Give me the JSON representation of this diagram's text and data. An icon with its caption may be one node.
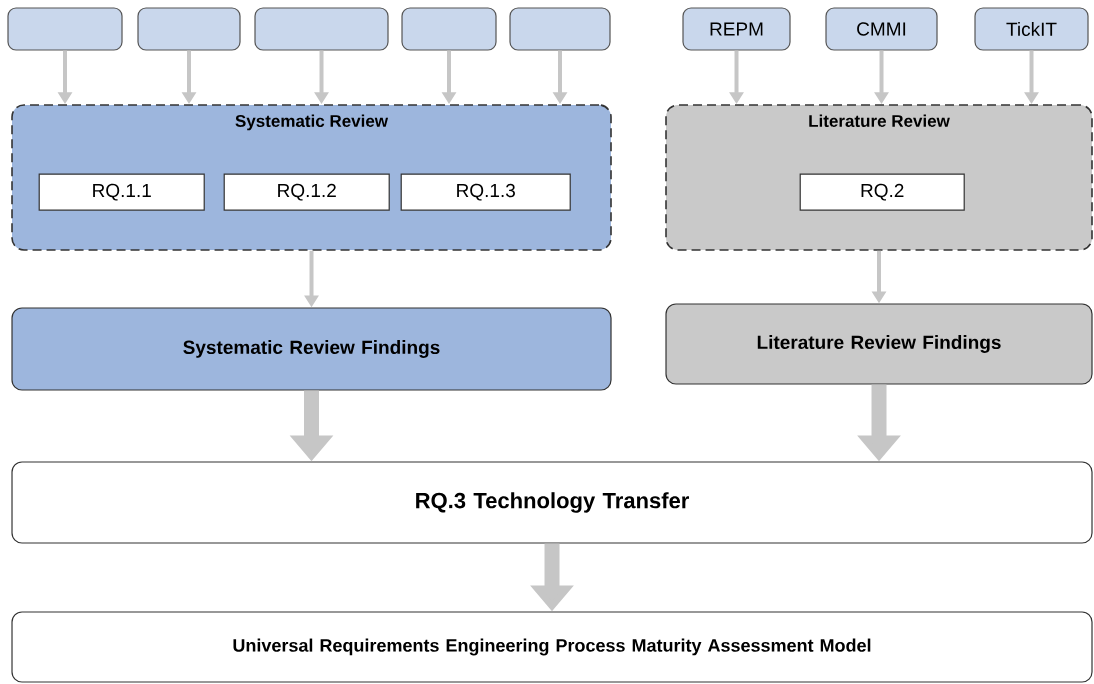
{
  "diagram": {
    "nodes": [
      {
        "text": [],
        "shape": "box"
      },
      {
        "text": [],
        "shape": "box"
      },
      {
        "text": [],
        "shape": "box"
      },
      {
        "text": [],
        "shape": "box"
      },
      {
        "text": [],
        "shape": "box"
      },
      {
        "text": [
          "REPM"
        ]
      },
      {
        "text": [
          "CMMI"
        ]
      },
      {
        "text": [
          "TickIT"
        ]
      },
      {
        "text": [
          "Systematic Review"
        ]
      },
      {
        "text": [
          "RQ.1.1"
        ],
        "in": 8
      },
      {
        "text": [
          "RQ.1.2"
        ],
        "in": 8
      },
      {
        "text": [
          "RQ.1.3"
        ],
        "in": 8
      },
      {
        "text": [
          "Literature Review"
        ]
      },
      {
        "text": [
          "RQ.2"
        ],
        "in": 12
      },
      {
        "text": [
          "Systematic Review Findings"
        ]
      },
      {
        "text": [
          "Literature Review Findings"
        ]
      },
      {
        "text": [
          "RQ.3 Technology Transfer"
        ]
      },
      {
        "text": [
          "Universal Requirements Engineering Process Maturity Assessment Model"
        ]
      }
    ],
    "edges": [
      {
        "from": 0,
        "to": 8,
        "arrow": "to"
      },
      {
        "from": 1,
        "to": 8,
        "arrow": "to"
      },
      {
        "from": 2,
        "to": 8,
        "arrow": "to"
      },
      {
        "from": 3,
        "to": 8,
        "arrow": "to"
      },
      {
        "from": 4,
        "to": 8,
        "arrow": "to"
      },
      {
        "from": 5,
        "to": 12,
        "arrow": "to"
      },
      {
        "from": 6,
        "to": 12,
        "arrow": "to"
      },
      {
        "from": 7,
        "to": 12,
        "arrow": "to"
      },
      {
        "from": 8,
        "to": 14,
        "arrow": "to"
      },
      {
        "from": 12,
        "to": 15,
        "arrow": "to"
      },
      {
        "from": 14,
        "to": 16,
        "arrow": "to",
        "style": "thick"
      },
      {
        "from": 15,
        "to": 16,
        "arrow": "to",
        "style": "thick"
      },
      {
        "from": 16,
        "to": 17,
        "arrow": "to",
        "style": "thick"
      }
    ]
  }
}
